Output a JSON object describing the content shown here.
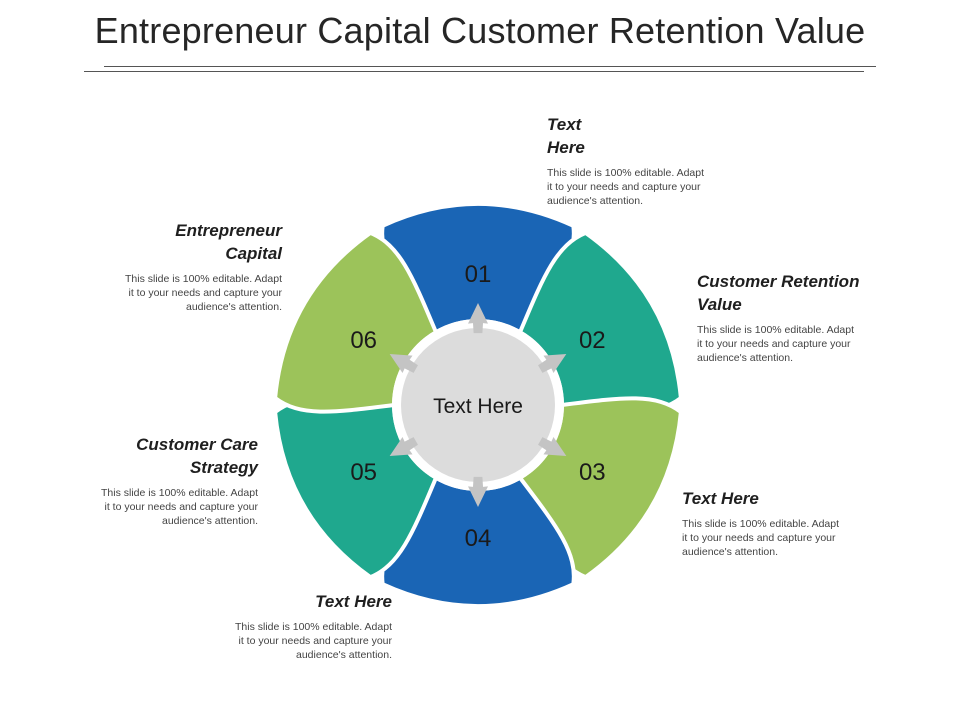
{
  "title": "Entrepreneur Capital Customer Retention Value",
  "center_label": "Text Here",
  "segments": [
    {
      "number": "01",
      "color": "#1a65b5"
    },
    {
      "number": "02",
      "color": "#1fa88e"
    },
    {
      "number": "03",
      "color": "#9cc35a"
    },
    {
      "number": "04",
      "color": "#1a65b5"
    },
    {
      "number": "05",
      "color": "#1fa88e"
    },
    {
      "number": "06",
      "color": "#9cc35a"
    }
  ],
  "blocks": [
    {
      "heading": "Text\nHere",
      "text": "This slide is 100% editable. Adapt\nit to your needs and capture your\naudience's attention."
    },
    {
      "heading": "Customer Retention\nValue",
      "text": "This slide is 100% editable. Adapt\nit to your needs and capture your\naudience's attention."
    },
    {
      "heading": "Text Here",
      "text": "This slide is 100% editable. Adapt\nit to your needs and capture your\naudience's attention."
    },
    {
      "heading": "Text Here",
      "text": "This slide is 100% editable. Adapt\nit to your needs and capture your\naudience's attention."
    },
    {
      "heading": "Customer Care\nStrategy",
      "text": "This slide is 100% editable. Adapt\nit to your needs and capture your\naudience's attention."
    },
    {
      "heading": "Entrepreneur\nCapital",
      "text": "This slide is 100% editable. Adapt\nit to your needs and capture your\naudience's attention."
    }
  ],
  "colors": {
    "blue": "#1a65b5",
    "teal": "#1fa88e",
    "green": "#9cc35a",
    "center": "#dcdcdc",
    "arrow": "#c4c4c4"
  }
}
